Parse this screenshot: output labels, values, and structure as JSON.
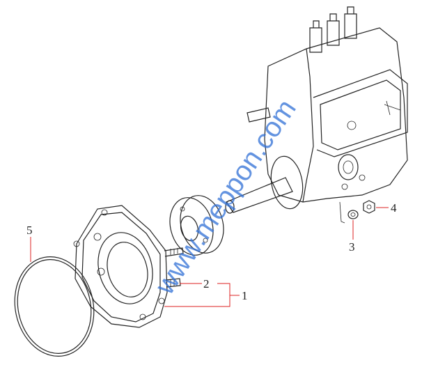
{
  "diagram": {
    "watermark": "www.meppon.com",
    "callouts": [
      {
        "id": "1",
        "label": "1"
      },
      {
        "id": "2",
        "label": "2"
      },
      {
        "id": "3",
        "label": "3"
      },
      {
        "id": "4",
        "label": "4"
      },
      {
        "id": "5",
        "label": "5"
      }
    ],
    "colors": {
      "leader": "#dd2222",
      "watermark": "#2f6fd6",
      "line": "#222222"
    }
  }
}
